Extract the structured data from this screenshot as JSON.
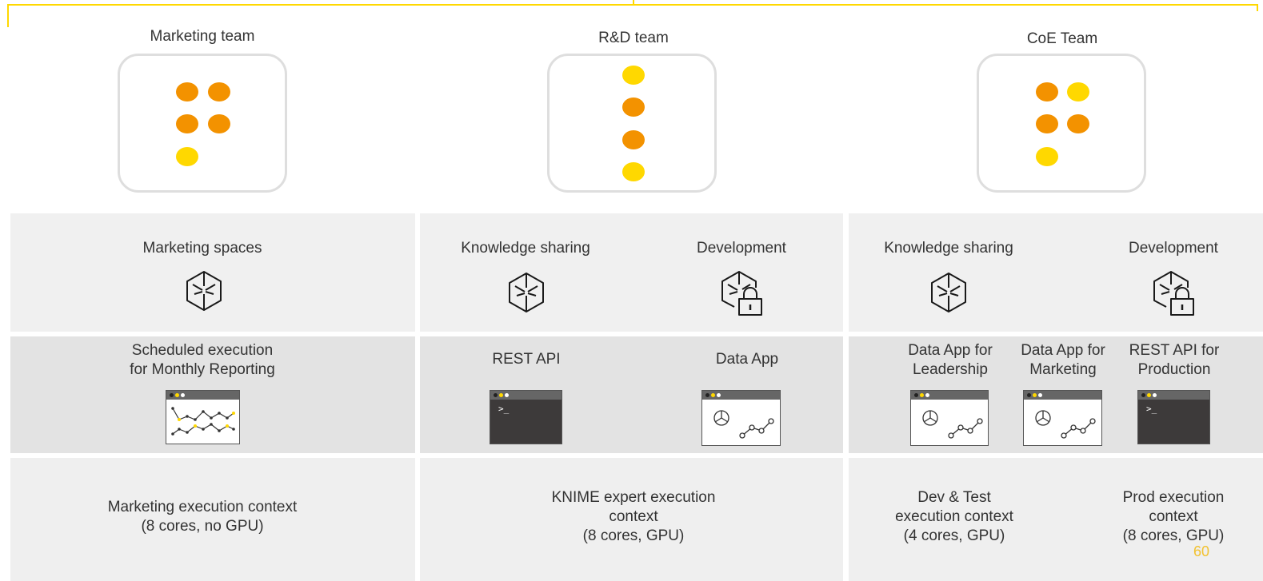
{
  "colors": {
    "orange": "#f39200",
    "yellow": "#ffd800",
    "frame": "#ffd800"
  },
  "teams": [
    {
      "name": "Marketing team",
      "dots": [
        "orange",
        "orange",
        "orange",
        "orange",
        "yellow"
      ]
    },
    {
      "name": "R&D team",
      "dots": [
        "yellow",
        "orange",
        "orange",
        "yellow"
      ]
    },
    {
      "name": "CoE Team",
      "dots": [
        "orange",
        "yellow",
        "orange",
        "orange",
        "yellow"
      ]
    }
  ],
  "spaces": {
    "marketing": "Marketing spaces",
    "rd_knowledge": "Knowledge sharing",
    "rd_development": "Development",
    "coe_knowledge": "Knowledge sharing",
    "coe_development": "Development"
  },
  "deployments": {
    "marketing": "Scheduled execution\nfor Monthly Reporting",
    "rd_rest": "REST API",
    "rd_dataapp": "Data App",
    "coe_leadership": "Data App for\nLeadership",
    "coe_marketing": "Data App for\nMarketing",
    "coe_rest": "REST API for\nProduction"
  },
  "contexts": {
    "marketing": "Marketing execution context\n(8 cores, no GPU)",
    "rd": "KNIME expert execution\ncontext\n(8 cores, GPU)",
    "coe_dev": "Dev & Test\nexecution context\n(4 cores, GPU)",
    "coe_prod": "Prod execution\ncontext\n(8 cores, GPU)"
  },
  "icons": {
    "space": "cube-icon",
    "locked_space": "locked-cube-icon",
    "schedule": "chart-window-icon",
    "api": "terminal-window-icon",
    "data_app": "data-app-window-icon"
  },
  "terminal_prompt": ">_",
  "page_number": "60"
}
